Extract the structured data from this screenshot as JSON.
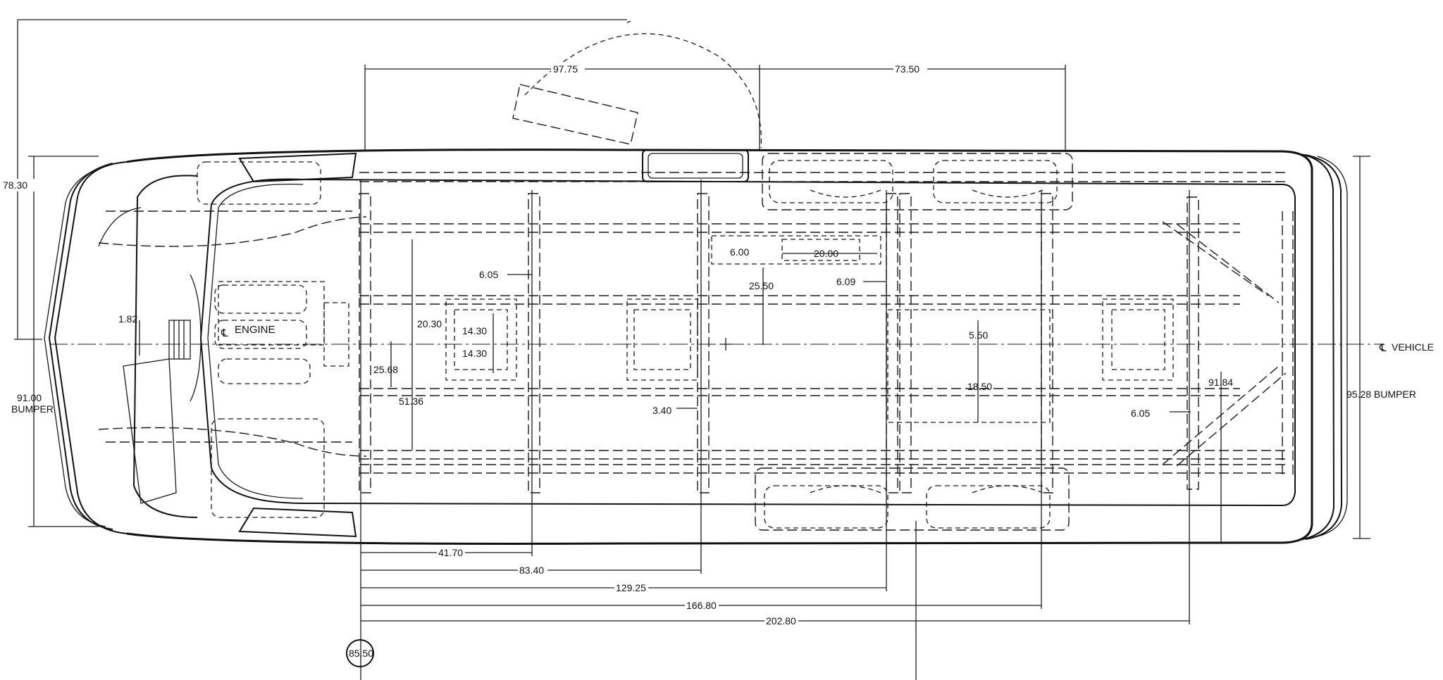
{
  "drawing": {
    "labels": {
      "engine": "ENGINE",
      "engine_cl": "℄",
      "vehicle": "VEHICLE",
      "vehicle_cl": "℄",
      "front_bumper_value": "91.00",
      "front_bumper_label": "BUMPER",
      "rear_bumper": "95.28 BUMPER",
      "station": "85.50"
    },
    "dimensions": {
      "top_height": "78.30",
      "door_span": "97.75",
      "rear_door_span": "73.50",
      "engine_offset": "1.82",
      "d_6_05_a": "6.05",
      "d_20_30": "20.30",
      "d_14_30_a": "14.30",
      "d_14_30_b": "14.30",
      "d_25_68": "25.68",
      "d_51_36": "51.36",
      "d_6_00": "6.00",
      "d_20_00": "20.00",
      "d_6_09": "6.09",
      "d_25_50": "25.50",
      "d_3_40": "3.40",
      "d_5_50": "5.50",
      "d_18_50": "18.50",
      "d_91_84": "91.84",
      "d_6_05_b": "6.05",
      "d_41_70": "41.70",
      "d_83_40": "83.40",
      "d_129_25": "129.25",
      "d_166_80": "166.80",
      "d_202_80": "202.80"
    }
  }
}
